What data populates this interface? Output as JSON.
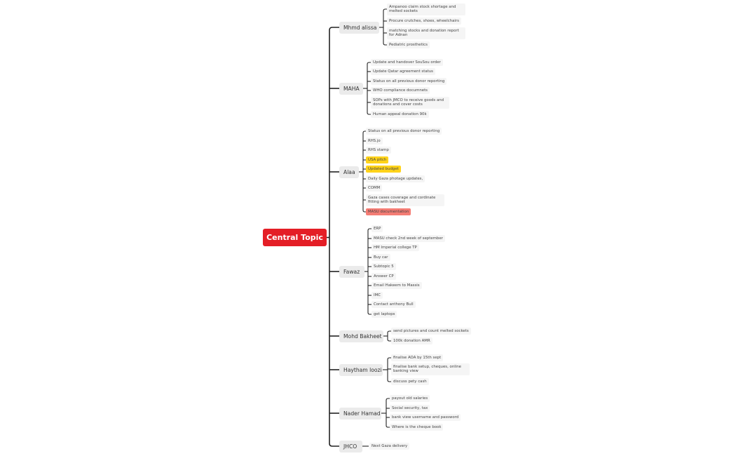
{
  "central_topic": "Central Topic",
  "branches": [
    {
      "label": "Mhmd alissa",
      "items": [
        {
          "text": "Ampanoo claim stock shortage and melted sockets"
        },
        {
          "text": "Procure crutches, shoes, wheelchairs"
        },
        {
          "text": "matching stocks and donation report for Adnan"
        },
        {
          "text": "Pediatric prosthetics"
        }
      ]
    },
    {
      "label": "MAHA",
      "items": [
        {
          "text": "Update and handover SouSou order"
        },
        {
          "text": "Update Qatar agreement status"
        },
        {
          "text": "Status on all previous donor reporting"
        },
        {
          "text": "WHO compliance documnets"
        },
        {
          "text": "SOPs with JMCO to receive goods and donations and cover costs"
        },
        {
          "text": "Human appeal donation 90k"
        }
      ]
    },
    {
      "label": "Alaa",
      "items": [
        {
          "text": "Status on all previous donor reporting"
        },
        {
          "text": "RHS.jo"
        },
        {
          "text": "RHS stamp"
        },
        {
          "text": "USA pitch",
          "highlight": "#ffd31a"
        },
        {
          "text": "Updated budget",
          "highlight": "#ffd31a"
        },
        {
          "text": "Daily Gaza photage updates,"
        },
        {
          "text": "COMM"
        },
        {
          "text": "Gaza cases coverage and cordinate fitting with bakheet"
        },
        {
          "text": "MASU documentation",
          "highlight": "#f47c74"
        }
      ]
    },
    {
      "label": "Fawaz",
      "items": [
        {
          "text": "ERP"
        },
        {
          "text": "MASU check 2nd week of september"
        },
        {
          "text": "HM Imperial college TP"
        },
        {
          "text": "Buy car"
        },
        {
          "text": "Subtopic 5"
        },
        {
          "text": "Answer CP"
        },
        {
          "text": "Email Hakeem to Massis"
        },
        {
          "text": "IMC"
        },
        {
          "text": "Contact anthony Bull"
        },
        {
          "text": "get laptops"
        }
      ]
    },
    {
      "label": "Mohd Bakheet",
      "items": [
        {
          "text": "send pictures and count melted sockets"
        },
        {
          "text": "100k donation AMR"
        }
      ]
    },
    {
      "label": "Haytham loozi",
      "items": [
        {
          "text": "finalise AOA by 15th sept"
        },
        {
          "text": "finalise bank setup, cheques, online banking view"
        },
        {
          "text": "discuss pety cash"
        }
      ]
    },
    {
      "label": "Nader Hamad",
      "items": [
        {
          "text": "payout old salaries"
        },
        {
          "text": "Social security, tax"
        },
        {
          "text": "bank view username and password"
        },
        {
          "text": "Where is the cheque book"
        }
      ]
    },
    {
      "label": "JHCO",
      "items": [
        {
          "text": "Next Gaza delivery"
        }
      ]
    }
  ],
  "colors": {
    "central_bg": "#e41e26",
    "branch_bg": "#ebebeb",
    "line": "#222222"
  }
}
